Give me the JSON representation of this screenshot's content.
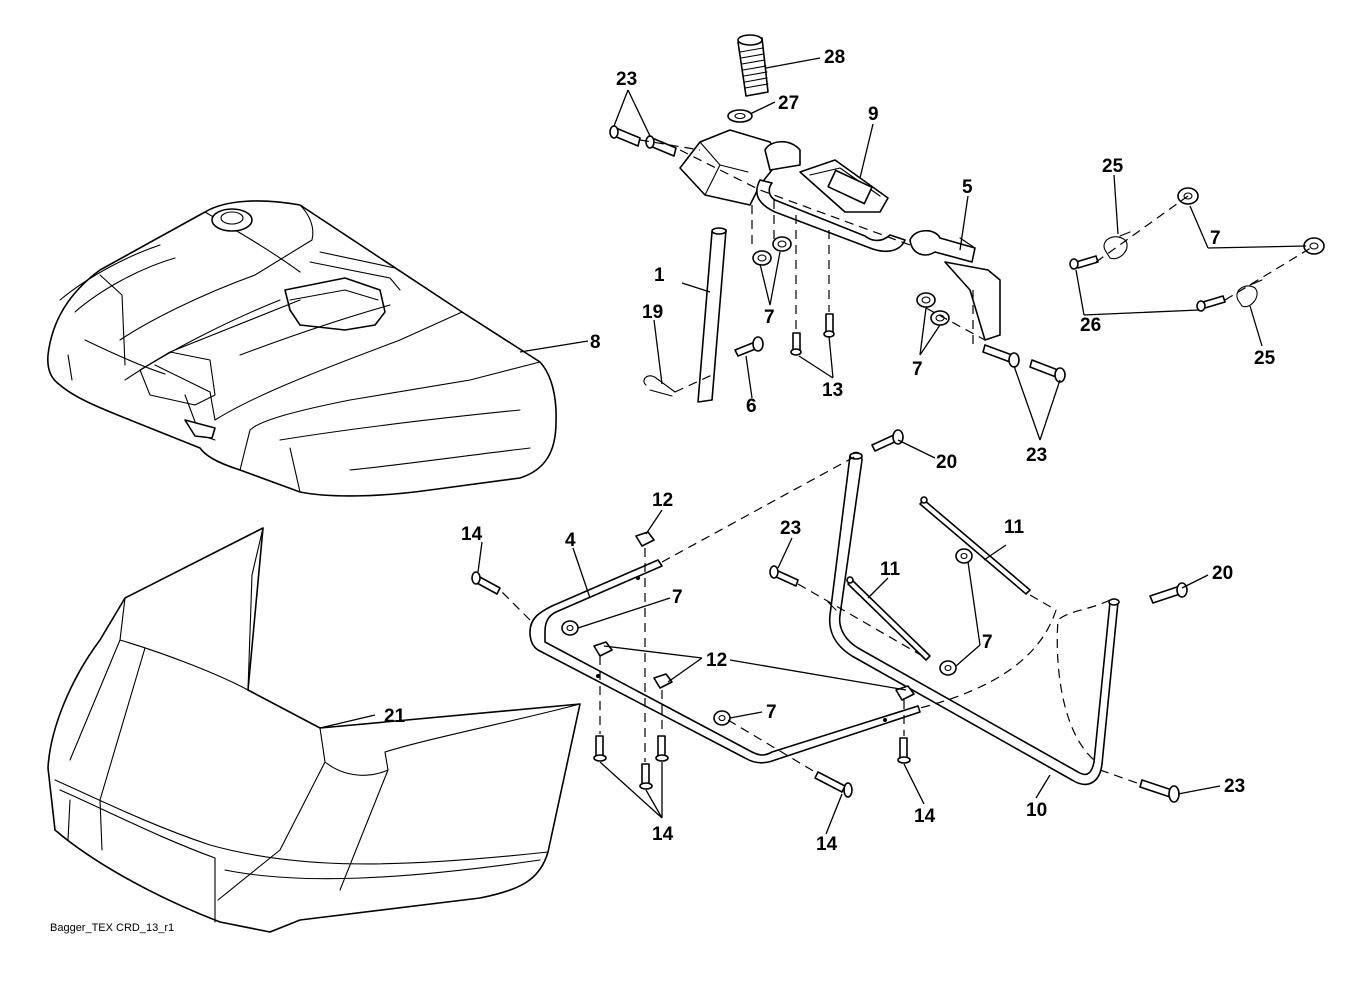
{
  "caption": "Bagger_TEX CRD_13_r1",
  "callouts": [
    {
      "id": "c28",
      "text": "28"
    },
    {
      "id": "c27",
      "text": "27"
    },
    {
      "id": "c23a",
      "text": "23"
    },
    {
      "id": "c9",
      "text": "9"
    },
    {
      "id": "c5",
      "text": "5"
    },
    {
      "id": "c25a",
      "text": "25"
    },
    {
      "id": "c7a",
      "text": "7"
    },
    {
      "id": "c1",
      "text": "1"
    },
    {
      "id": "c19",
      "text": "19"
    },
    {
      "id": "c7b",
      "text": "7"
    },
    {
      "id": "c26",
      "text": "26"
    },
    {
      "id": "c25b",
      "text": "25"
    },
    {
      "id": "c8",
      "text": "8"
    },
    {
      "id": "c6",
      "text": "6"
    },
    {
      "id": "c13",
      "text": "13"
    },
    {
      "id": "c7c",
      "text": "7"
    },
    {
      "id": "c23b",
      "text": "23"
    },
    {
      "id": "c20a",
      "text": "20"
    },
    {
      "id": "c12a",
      "text": "12"
    },
    {
      "id": "c14a",
      "text": "14"
    },
    {
      "id": "c4",
      "text": "4"
    },
    {
      "id": "c23c",
      "text": "23"
    },
    {
      "id": "c11a",
      "text": "11"
    },
    {
      "id": "c11b",
      "text": "11"
    },
    {
      "id": "c20b",
      "text": "20"
    },
    {
      "id": "c7d",
      "text": "7"
    },
    {
      "id": "c7e",
      "text": "7"
    },
    {
      "id": "c12b",
      "text": "12"
    },
    {
      "id": "c21",
      "text": "21"
    },
    {
      "id": "c7f",
      "text": "7"
    },
    {
      "id": "c23d",
      "text": "23"
    },
    {
      "id": "c10",
      "text": "10"
    },
    {
      "id": "c14b",
      "text": "14"
    },
    {
      "id": "c14c",
      "text": "14"
    },
    {
      "id": "c14d",
      "text": "14"
    }
  ]
}
